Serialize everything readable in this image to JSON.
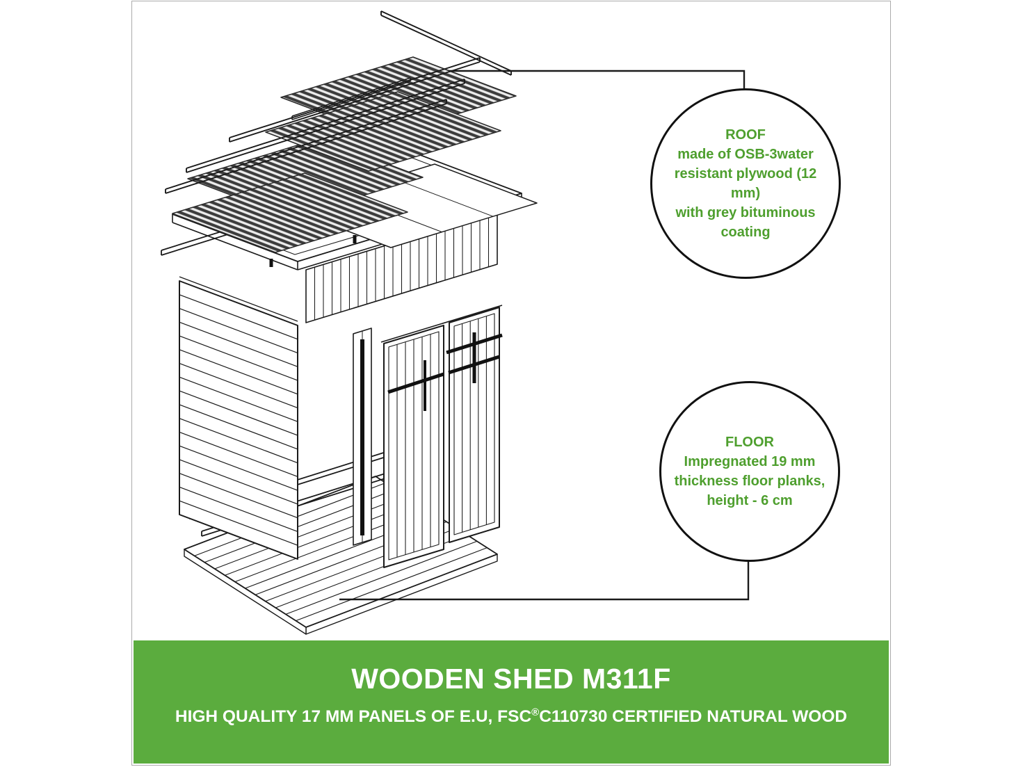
{
  "colors": {
    "banner_green": "#5BAC3E",
    "text_green": "#4E9F2E",
    "line": "#1a1a1a"
  },
  "callouts": {
    "roof": {
      "heading": "ROOF",
      "body": "made of OSB-3water\nresistant plywood (12 mm)\nwith grey bituminous\ncoating"
    },
    "floor": {
      "heading": "FLOOR",
      "body": "Impregnated 19 mm\nthickness floor planks,\nheight - 6 cm"
    }
  },
  "banner": {
    "title": "WOODEN SHED M311F",
    "subtitle_prefix": "HIGH QUALITY 17 MM PANELS OF E.U, FSC",
    "subtitle_reg": "®",
    "subtitle_suffix": "C110730 CERTIFIED NATURAL WOOD"
  }
}
